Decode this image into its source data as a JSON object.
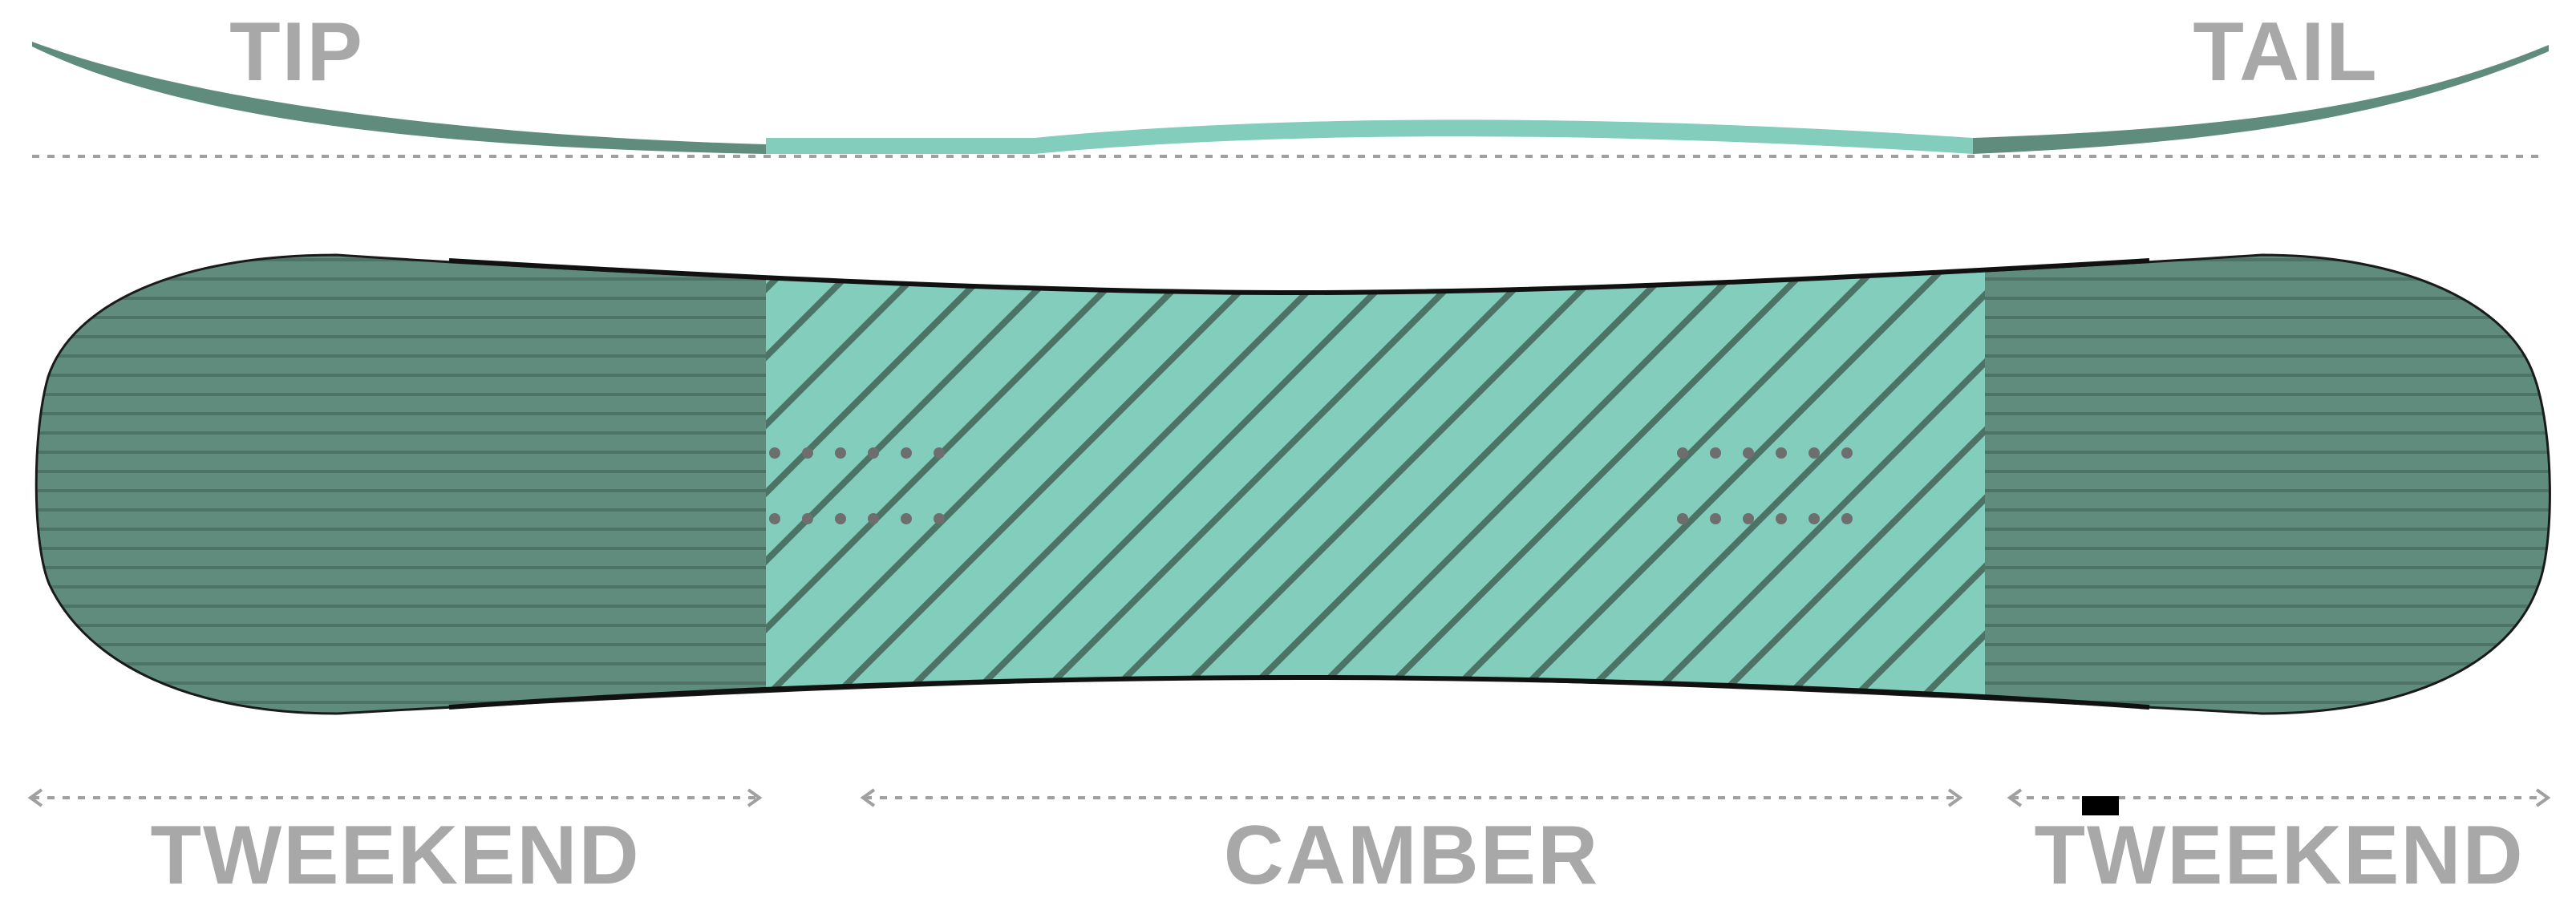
{
  "labels": {
    "tip": "TIP",
    "tail": "TAIL",
    "zone_left": "TWEEKEND",
    "zone_center": "CAMBER",
    "zone_right": "TWEEKEND"
  },
  "colors": {
    "zone_tweekend": "#5f8c7d",
    "zone_camber": "#82cdbb",
    "pattern_line": "#4d7266",
    "outline": "#1a1a1a",
    "label_gray": "#a8a8a8",
    "dashed_line": "#a0a0a0",
    "insert": "#6e6e6e"
  },
  "icons": {
    "zone_arrows": "double-headed-dashed-arrow",
    "inserts": "binding-insert-dot"
  }
}
